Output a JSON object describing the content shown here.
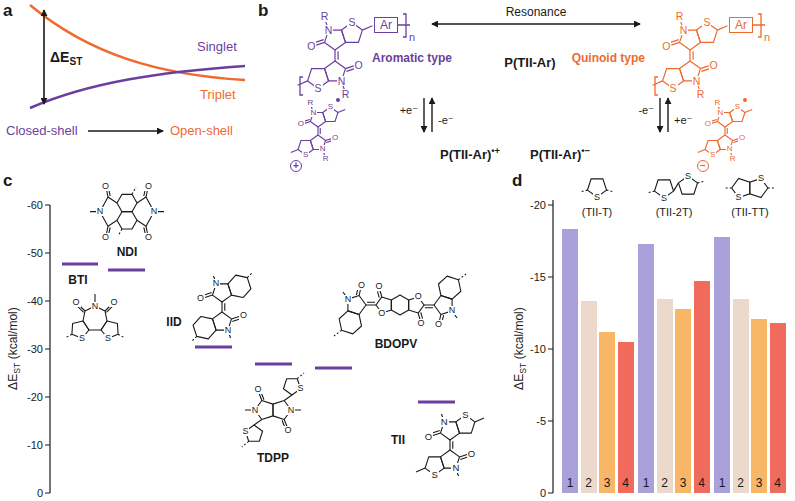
{
  "diagram": {
    "nodes": [
      {
        "text": [
          "Ar"
        ]
      },
      {
        "text": [
          "Ar"
        ]
      },
      {
        "text": [
          "1"
        ]
      },
      {
        "text": [
          "2"
        ]
      },
      {
        "text": [
          "3"
        ]
      },
      {
        "text": [
          "4"
        ]
      },
      {
        "text": [
          "1"
        ]
      },
      {
        "text": [
          "2"
        ]
      },
      {
        "text": [
          "3"
        ]
      },
      {
        "text": [
          "4"
        ]
      },
      {
        "text": [
          "1"
        ]
      },
      {
        "text": [
          "2"
        ]
      },
      {
        "text": [
          "3"
        ]
      },
      {
        "text": [
          "4"
        ]
      }
    ],
    "labels": [
      "a",
      "ΔE",
      "ST",
      "Singlet",
      "Triplet",
      "Closed-shell",
      "Open-shell",
      "b",
      "Resonance",
      "Aromatic type",
      "Quinoid type",
      "P(TII-Ar)",
      "n",
      "n",
      "R",
      "N",
      "O",
      "S",
      "S",
      "O",
      "N",
      "R",
      "R",
      "N",
      "O",
      "S",
      "S",
      "O",
      "N",
      "R",
      "+e⁻",
      "-e⁻",
      "-e⁻",
      "+e⁻",
      "R",
      "N",
      "O",
      "S",
      "S",
      "O",
      "N",
      "R",
      "+",
      "R",
      "N",
      "O",
      "S",
      "S",
      "O",
      "N",
      "R",
      "−",
      "P(TII-Ar)",
      "•+",
      "P(TII-Ar)",
      "•−",
      "c",
      "ΔE",
      "ST",
      "(kcal/mol)",
      "-60",
      "-50",
      "-40",
      "-30",
      "-20",
      "-10",
      "0",
      "BTI",
      "O",
      "O",
      "N",
      "S",
      "S",
      "NDI",
      "O",
      "O",
      "N",
      "N",
      "O",
      "O",
      "IID",
      "O",
      "N",
      "O",
      "N",
      "TDPP",
      "O",
      "N",
      "S",
      "O",
      "N",
      "S",
      "BDOPV",
      "O",
      "O",
      "O",
      "O",
      "O",
      "N",
      "O",
      "N",
      "TII",
      "N",
      "O",
      "S",
      "S",
      "O",
      "N",
      "d",
      "ΔE",
      "ST",
      "(kcal/mol)",
      "-20",
      "-15",
      "-10",
      "-5",
      "0",
      "(TII-T)",
      "(TII-2T)",
      "(TII-TT)",
      "S",
      "S",
      "S",
      "S",
      "S"
    ]
  }
}
